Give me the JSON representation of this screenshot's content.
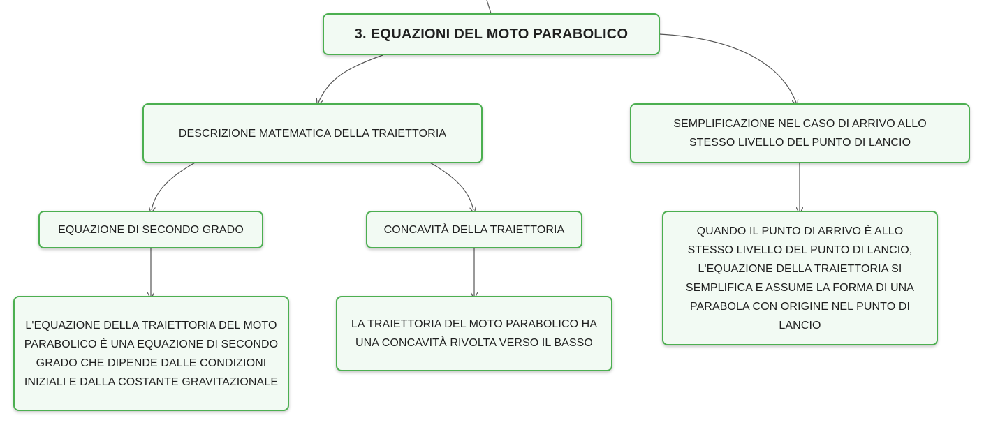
{
  "map": {
    "root": {
      "label": "3. EQUAZIONI DEL MOTO PARABOLICO"
    },
    "description": {
      "label": "DESCRIZIONE MATEMATICA DELLA TRAIETTORIA"
    },
    "simplification": {
      "label": "SEMPLIFICAZIONE NEL CASO DI ARRIVO ALLO STESSO LIVELLO DEL PUNTO DI LANCIO"
    },
    "second_degree": {
      "label": "EQUAZIONE DI SECONDO GRADO"
    },
    "concavity": {
      "label": "CONCAVITÀ DELLA TRAIETTORIA"
    },
    "second_degree_detail": {
      "label": "L'EQUAZIONE DELLA TRAIETTORIA DEL MOTO PARABOLICO È UNA EQUAZIONE DI SECONDO GRADO CHE DIPENDE DALLE CONDIZIONI INIZIALI E DALLA COSTANTE GRAVITAZIONALE"
    },
    "concavity_detail": {
      "label": "LA TRAIETTORIA DEL MOTO PARABOLICO HA UNA CONCAVITÀ RIVOLTA VERSO IL BASSO"
    },
    "simplification_detail": {
      "label": "QUANDO IL PUNTO DI ARRIVO È ALLO STESSO LIVELLO DEL PUNTO DI LANCIO, L'EQUAZIONE DELLA TRAIETTORIA SI SEMPLIFICA E ASSUME LA FORMA DI UNA PARABOLA CON ORIGINE NEL PUNTO DI LANCIO"
    }
  },
  "colors": {
    "node_border": "#4caf50",
    "node_fill": "#f2faf3",
    "connector": "#555555"
  }
}
